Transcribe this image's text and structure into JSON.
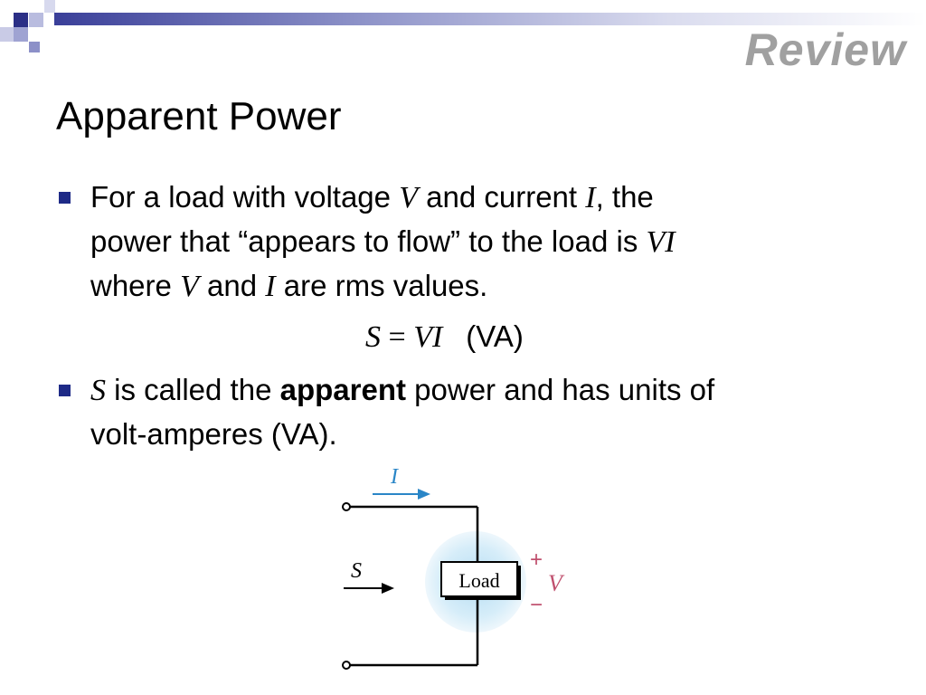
{
  "header": {
    "badge": "Review"
  },
  "slide": {
    "title": "Apparent Power",
    "bullet1": {
      "t1": "For a load with voltage ",
      "v1": "V",
      "t2": " and current ",
      "i1": "I",
      "t3": ", the",
      "t4": "power that “appears to flow” to the load is ",
      "vi": "VI",
      "t5": "where ",
      "v2": "V",
      "t6": " and ",
      "i2": "I",
      "t7": " are rms values."
    },
    "equation": {
      "lhs": "S",
      "eq": " = ",
      "rhs": "VI",
      "unit": "(VA)"
    },
    "bullet2": {
      "s": "S",
      "t1": " is called the ",
      "bold": "apparent",
      "t2": " power and has units of",
      "t3": "volt-amperes (VA)."
    }
  },
  "diagram": {
    "current_label": "I",
    "power_label": "S",
    "load_label": "Load",
    "plus": "+",
    "voltage_label": "V",
    "minus": "−",
    "colors": {
      "current": "#2a86c7",
      "voltage": "#c0506e",
      "glow": "#cde9f7"
    }
  }
}
